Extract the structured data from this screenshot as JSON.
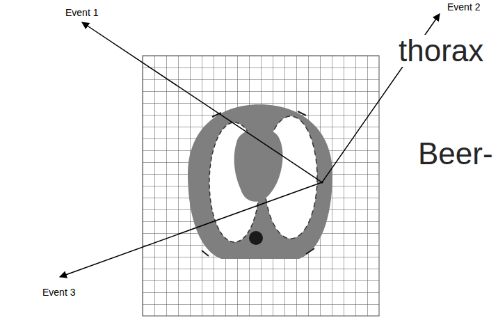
{
  "diagram": {
    "labels": [
      "Event 1",
      "Event 2",
      "Event 3",
      "thorax",
      "Beer-"
    ]
  }
}
